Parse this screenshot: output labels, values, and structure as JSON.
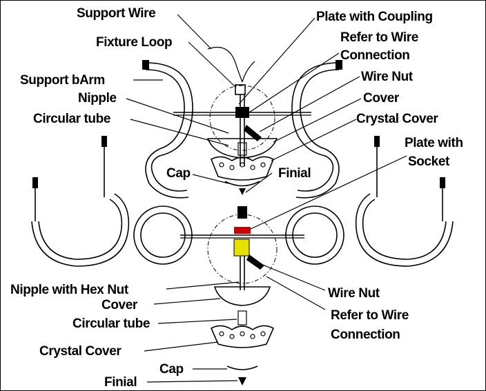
{
  "labels": {
    "support_wire": "Support Wire",
    "fixture_loop": "Fixture Loop",
    "support_barm": "Support bArm",
    "nipple": "Nipple",
    "circular_tube_top": "Circular tube",
    "plate_with_coupling": "Plate with Coupling",
    "refer_wire_top_1": "Refer to Wire",
    "refer_wire_top_2": "Connection",
    "wire_nut_top": "Wire Nut",
    "cover_top": "Cover",
    "crystal_cover_top": "Crystal Cover",
    "plate_with_socket_1": "Plate with",
    "plate_with_socket_2": "Socket",
    "cap_top": "Cap",
    "finial_top": "Finial",
    "nipple_hex_nut": "Nipple with Hex Nut",
    "cover_bottom": "Cover",
    "circular_tube_bottom": "Circular tube",
    "crystal_cover_bottom": "Crystal Cover",
    "cap_bottom": "Cap",
    "finial_bottom": "Finial",
    "wire_nut_bottom": "Wire Nut",
    "refer_wire_bottom_1": "Refer to Wire",
    "refer_wire_bottom_2": "Connection"
  },
  "colors": {
    "line": "#000000",
    "socket_plate": "#cc0000",
    "wire_highlight": "#e8e000"
  }
}
